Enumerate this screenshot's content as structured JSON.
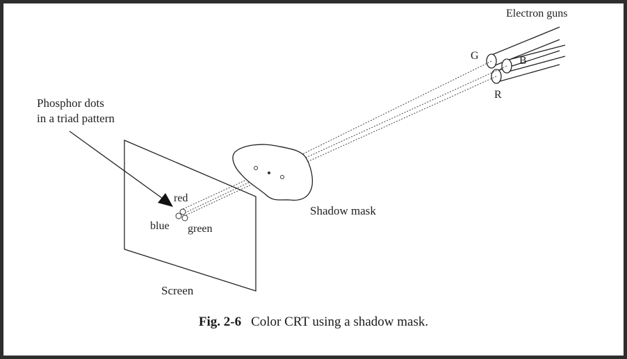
{
  "labels": {
    "electron_guns": "Electron guns",
    "gun_g": "G",
    "gun_b": "B",
    "gun_r": "R",
    "phosphor_line1": "Phosphor dots",
    "phosphor_line2": "in a triad pattern",
    "red": "red",
    "blue": "blue",
    "green": "green",
    "shadow_mask": "Shadow mask",
    "screen": "Screen"
  },
  "caption": {
    "figure": "Fig. 2-6",
    "text": "Color CRT using a shadow mask."
  }
}
